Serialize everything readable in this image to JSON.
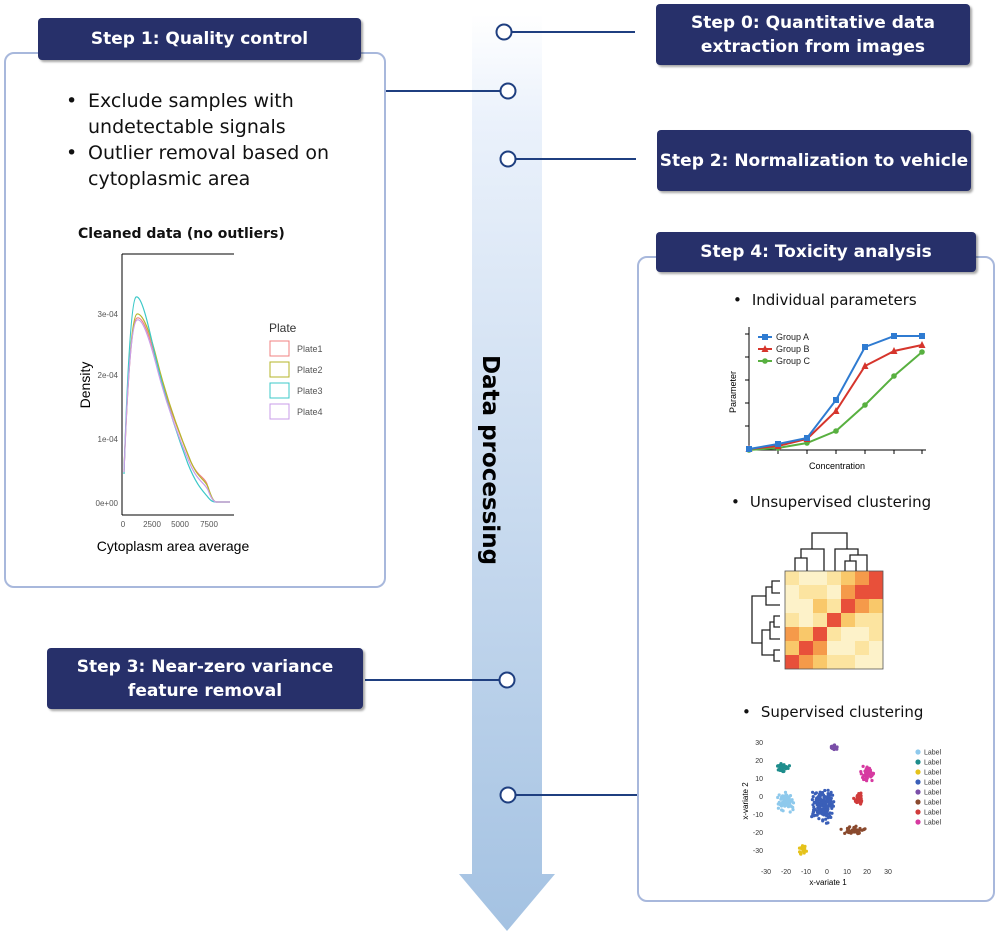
{
  "center_arrow_label": "Data processing",
  "steps": {
    "step0": "Step 0: Quantitative data extraction from images",
    "step1": "Step 1: Quality control",
    "step2": "Step 2: Normalization to vehicle",
    "step3": "Step 3: Near-zero variance feature removal",
    "step4": "Step 4: Toxicity analysis"
  },
  "quality_control": {
    "bullets": [
      "Exclude samples with undetectable signals",
      "Outlier removal based on cytoplasmic area"
    ],
    "density_plot": {
      "title": "Cleaned data (no outliers)",
      "xlabel": "Cytoplasm area average",
      "ylabel": "Density",
      "xticks": [
        "0",
        "2500",
        "5000",
        "7500"
      ],
      "yticks": [
        "0e+00",
        "1e-04",
        "2e-04",
        "3e-04"
      ],
      "legend_title": "Plate",
      "legend": [
        "Plate1",
        "Plate2",
        "Plate3",
        "Plate4"
      ],
      "colors": [
        "#f08080",
        "#b5b52a",
        "#3cc8c8",
        "#c89ee8"
      ]
    }
  },
  "toxicity": {
    "sub_bullets": [
      "Individual parameters",
      "Unsupervised clustering",
      "Supervised clustering"
    ],
    "line_chart": {
      "xlabel": "Concentration",
      "ylabel": "Parameter",
      "legend": [
        "Group A",
        "Group B",
        "Group C"
      ],
      "colors": [
        "#2f7bd1",
        "#d6352c",
        "#58b040"
      ]
    },
    "scatter": {
      "xlabel": "x-variate 1",
      "ylabel": "x-variate 2",
      "xticks": [
        "-30",
        "-20",
        "-10",
        "0",
        "10",
        "20",
        "30"
      ],
      "yticks": [
        "30",
        "20",
        "10",
        "0",
        "-10",
        "-20",
        "-30"
      ],
      "legend": [
        "Label",
        "Label",
        "Label",
        "Label",
        "Label",
        "Label",
        "Label",
        "Label"
      ],
      "colors": [
        "#8ec9ec",
        "#1e8d8c",
        "#e5c21a",
        "#3a5fb8",
        "#7a4fa8",
        "#8a4a2e",
        "#d03b3b",
        "#d63aa0"
      ]
    }
  }
}
